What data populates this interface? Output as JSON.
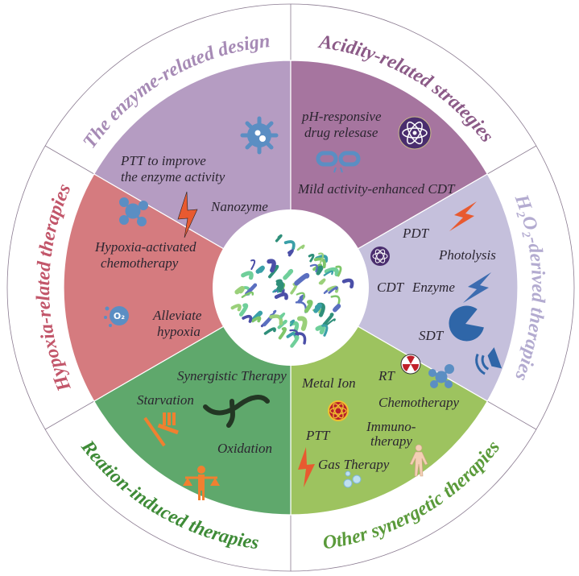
{
  "sectors": {
    "enzyme": {
      "title": "The enzyme-related design",
      "color": "#b59cc2",
      "title_color": "#a68ab5",
      "items": {
        "ptt_line1": "PTT to improve",
        "ptt_line2": "the enzyme activity",
        "nanozyme": "Nanozyme"
      }
    },
    "acidity": {
      "title": "Acidity-related strategies",
      "color": "#a6759f",
      "title_color": "#8b5a87",
      "items": {
        "mild": "Mild activity-enhanced CDT",
        "ph_line1": "pH-responsive",
        "ph_line2": "drug relesase"
      }
    },
    "h2o2": {
      "title": "H₂O₂-derived therapies",
      "color": "#c5c0dc",
      "title_color": "#b3abd0",
      "items": {
        "pdt": "PDT",
        "photolysis": "Photolysis",
        "cdt": "CDT",
        "enzyme": "Enzyme",
        "sdt": "SDT"
      }
    },
    "other": {
      "title": "Other synergetic therapies",
      "color": "#9dc35f",
      "title_color": "#5a9a3a",
      "items": {
        "metal_ion": "Metal Ion",
        "rt": "RT",
        "immuno_line1": "Immuno-",
        "immuno_line2": "therapy",
        "chemotherapy": "Chemotherapy",
        "ptt": "PTT",
        "gas": "Gas Therapy"
      }
    },
    "reaction": {
      "title": "Reation-induced therapies",
      "color": "#5fa86c",
      "title_color": "#3e8b37",
      "items": {
        "synergistic": "Synergistic Therapy",
        "starvation": "Starvation",
        "oxidation": "Oxidation"
      }
    },
    "hypoxia": {
      "title": "Hypoxia-related therapies",
      "color": "#d57b7f",
      "title_color": "#c2566a",
      "items": {
        "hac_line1": "Hypoxia-activated",
        "hac_line2": "chemotherapy",
        "alleviate_line1": "Alleviate",
        "alleviate_line2": "hypoxia",
        "o2": "O₂"
      }
    }
  },
  "colors": {
    "icon_blue": "#5b8ec3",
    "lightning_orange": "#e85a30",
    "atom_purple": "#4a2d6e"
  }
}
